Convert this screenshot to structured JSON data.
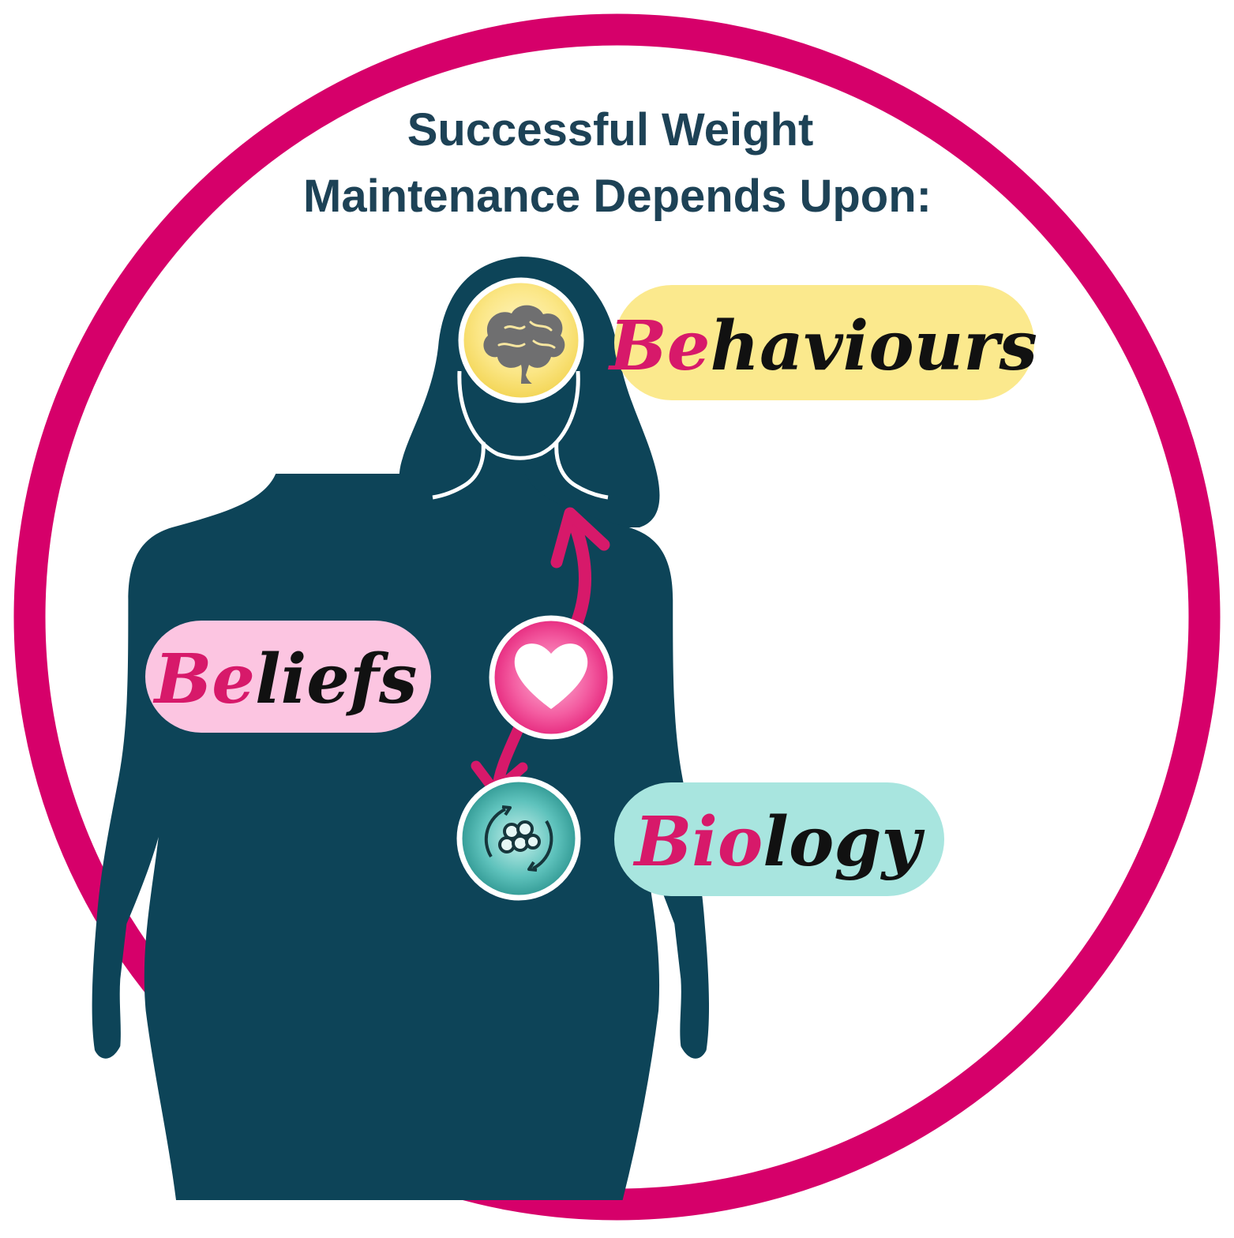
{
  "title": {
    "line1": "Successful Weight",
    "line2": "Maintenance Depends Upon:"
  },
  "labels": {
    "behaviours": {
      "accent": "Be",
      "rest": "haviours"
    },
    "beliefs": {
      "accent": "Be",
      "rest": "liefs"
    },
    "biology": {
      "accent": "Bio",
      "rest": "logy"
    }
  },
  "icons": {
    "head": "brain-icon",
    "chest": "heart-icon",
    "belly": "cell-cycle-icon"
  },
  "colors": {
    "ring": "#d6006a",
    "title": "#1d4256",
    "silhouette": "#0d4458",
    "accent": "#d7196a",
    "script": "#111111",
    "behaviours_pill": "#fbe98d",
    "beliefs_pill": "#fcc5e1",
    "biology_pill": "#a8e5df",
    "brain_circle": "#f8df6a",
    "heart_circle": "#ec2f86",
    "cell_circle": "#2e9d98",
    "brain_icon": "#6f6f70"
  }
}
